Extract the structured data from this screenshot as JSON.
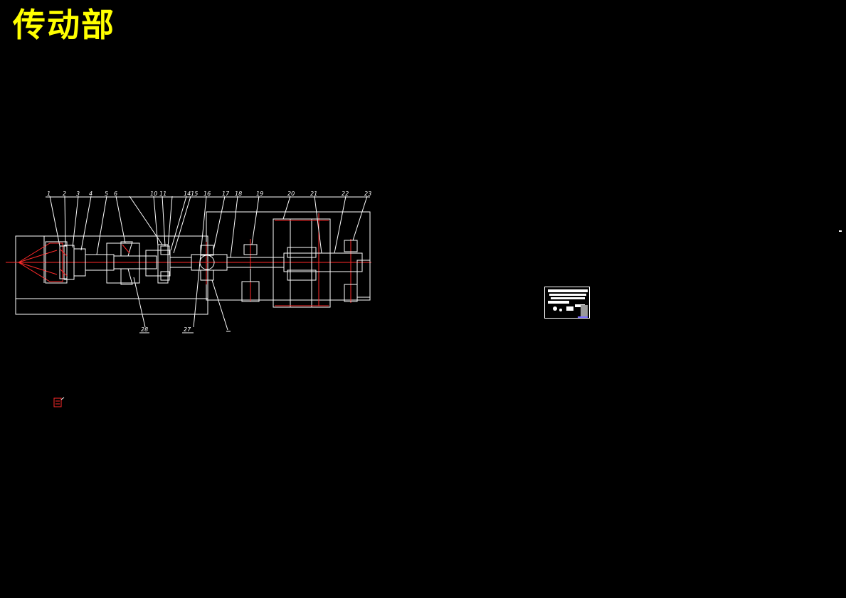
{
  "title": "传动部",
  "part_labels": {
    "top": [
      "1",
      "2",
      "3",
      "4",
      "5",
      "6",
      "10",
      "11",
      "1415",
      "16",
      "17",
      "18",
      "19",
      "20",
      "21",
      "22",
      "23"
    ],
    "bottom": [
      "28",
      "27"
    ]
  },
  "colors": {
    "background": "#000000",
    "title": "#ffff00",
    "linework": "#ffffff",
    "centerline": "#ff2a2a",
    "thumb_accent": "#7a6cff"
  }
}
